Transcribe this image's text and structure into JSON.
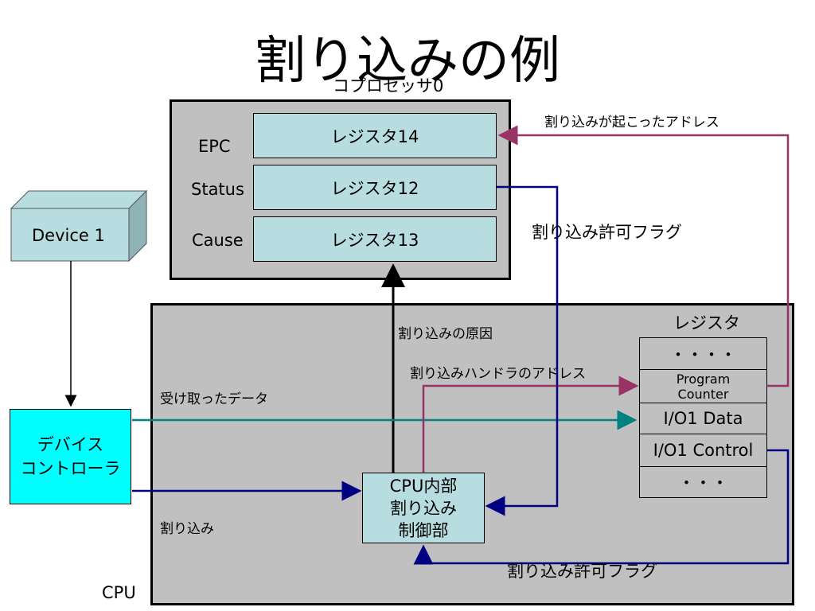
{
  "title": "割り込みの例",
  "coprocessor": {
    "label": "コプロセッサ0",
    "registers": [
      {
        "name": "EPC",
        "value": "レジスタ14"
      },
      {
        "name": "Status",
        "value": "レジスタ12"
      },
      {
        "name": "Cause",
        "value": "レジスタ13"
      }
    ]
  },
  "device": {
    "label": "Device 1"
  },
  "device_controller": {
    "line1": "デバイス",
    "line2": "コントローラ"
  },
  "cpu": {
    "label": "CPU",
    "control_unit": {
      "line1": "CPU内部",
      "line2": "割り込み",
      "line3": "制御部"
    },
    "register_stack": {
      "header": "レジスタ",
      "rows": [
        "・・・・",
        "Program Counter",
        "I/O1 Data",
        "I/O1 Control",
        "・・・"
      ]
    }
  },
  "annotations": {
    "interrupt_address": "割り込みが起こったアドレス",
    "interrupt_enable_flag": "割り込み許可フラグ",
    "interrupt_cause": "割り込みの原因",
    "handler_address": "割り込みハンドラのアドレス",
    "received_data": "受け取ったデータ",
    "interrupt": "割り込み",
    "interrupt_enable_flag_bottom": "割り込み許可フラグ"
  },
  "colors": {
    "register_fill": "#b7dde0",
    "panel_fill": "#c0c0c0",
    "controller_fill": "#00ffff",
    "device_fill": "#b7dde0",
    "magenta_line": "#993366",
    "navy_line": "#000080",
    "teal_line": "#008080"
  }
}
